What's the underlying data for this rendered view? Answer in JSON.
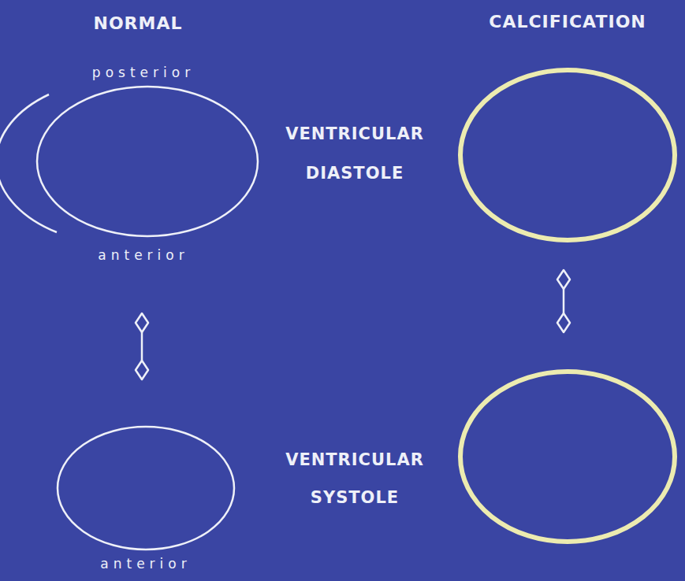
{
  "diagram": {
    "labels": [
      "NORMAL",
      "CALCIFICATION",
      "posterior",
      "anterior",
      "VENTRICULAR DIASTOLE",
      "VENTRICULAR SYSTOLE",
      "anterior"
    ]
  }
}
